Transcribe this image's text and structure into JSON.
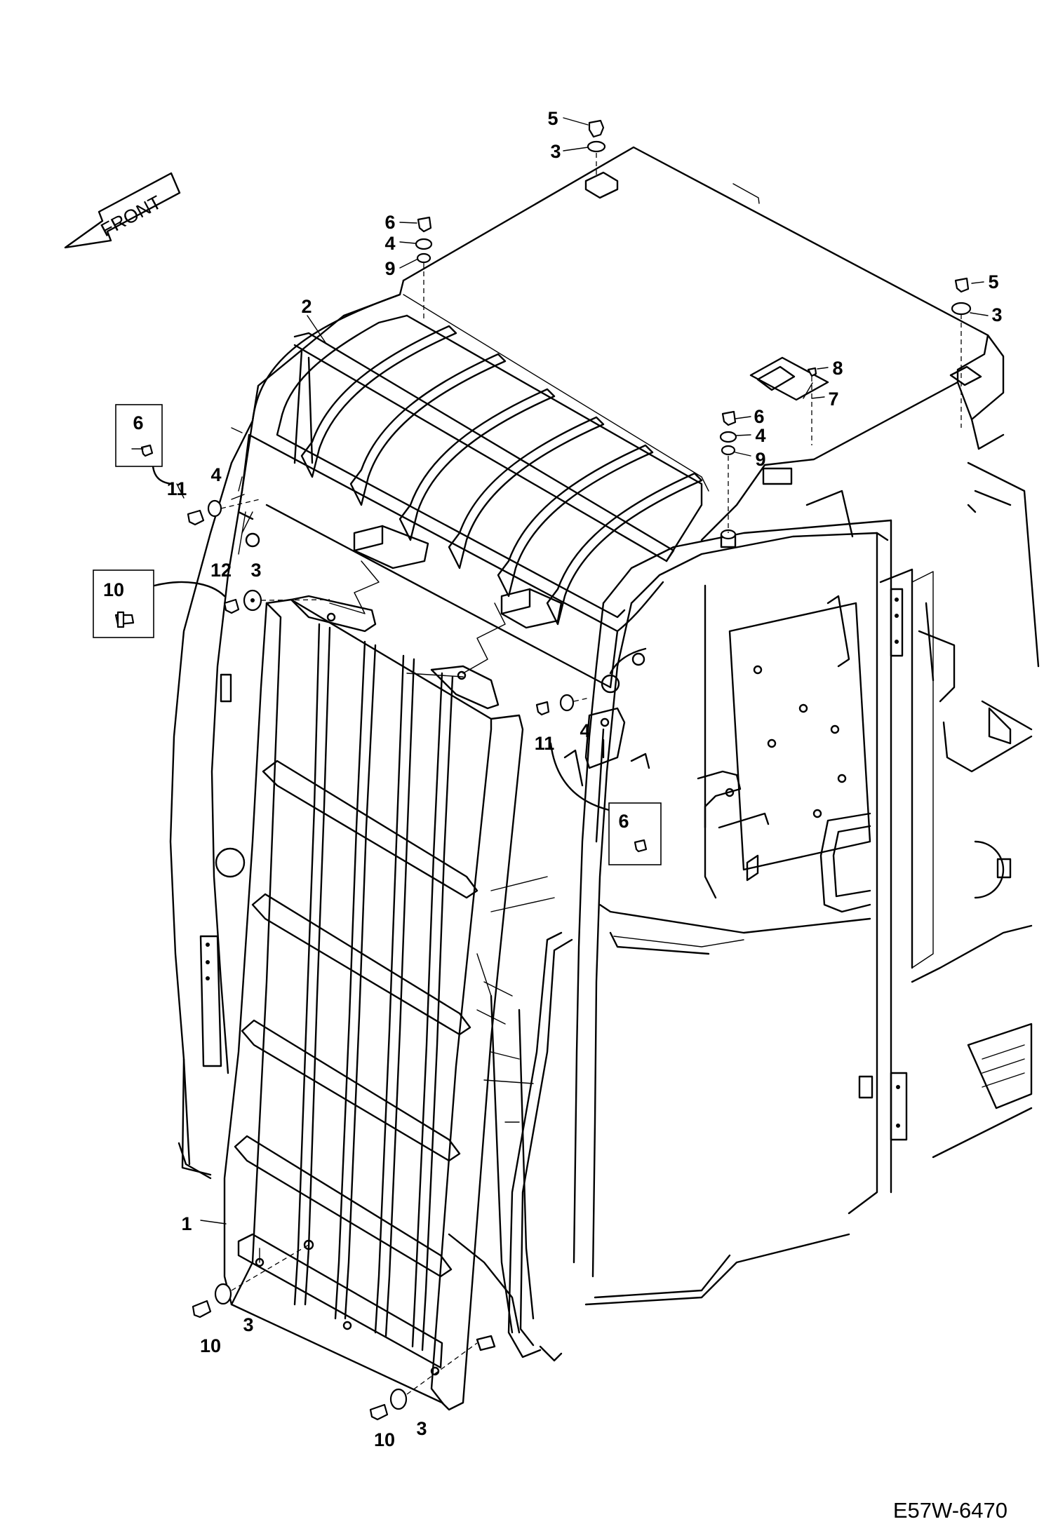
{
  "front_label": "FRONT",
  "drawing_number": "E57W-6470",
  "part_labels": {
    "p1": "1",
    "p2": "2",
    "p3": "3",
    "p4": "4",
    "p5": "5",
    "p6": "6",
    "p7": "7",
    "p8": "8",
    "p9": "9",
    "p10": "10",
    "p11": "11",
    "p12": "12"
  }
}
